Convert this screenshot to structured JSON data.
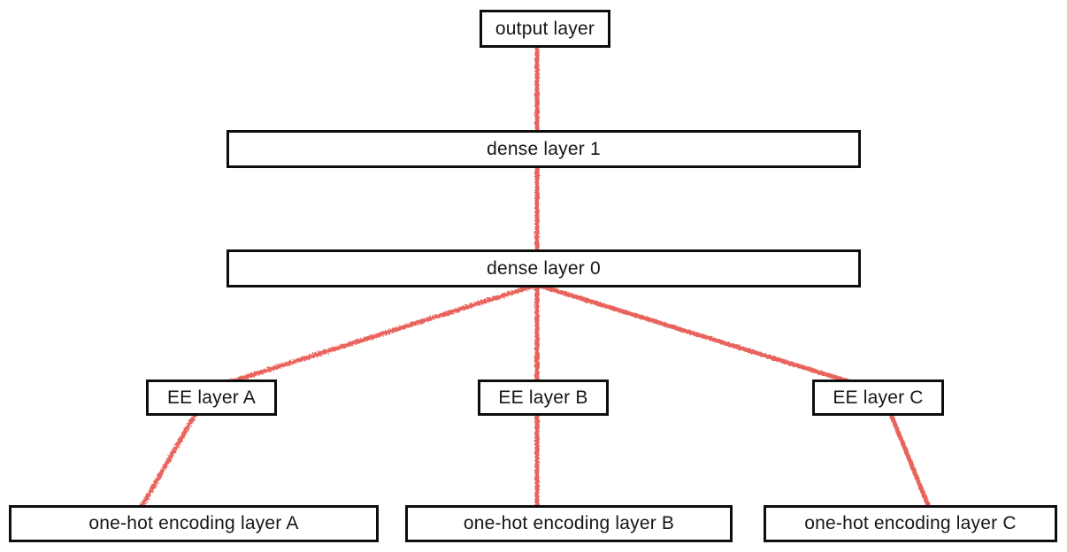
{
  "diagram": {
    "description": "feed-forward network architecture with entity-embedding layers",
    "nodes": [
      {
        "id": "output",
        "label": "output layer"
      },
      {
        "id": "dense1",
        "label": "dense layer 1"
      },
      {
        "id": "dense0",
        "label": "dense layer 0"
      },
      {
        "id": "eeA",
        "label": "EE layer A"
      },
      {
        "id": "eeB",
        "label": "EE layer B"
      },
      {
        "id": "eeC",
        "label": "EE layer C"
      },
      {
        "id": "onehotA",
        "label": "one-hot encoding layer A"
      },
      {
        "id": "onehotB",
        "label": "one-hot encoding layer B"
      },
      {
        "id": "onehotC",
        "label": "one-hot encoding layer C"
      }
    ],
    "edges": [
      {
        "from": "output layer",
        "to": "dense layer 1"
      },
      {
        "from": "dense layer 1",
        "to": "dense layer 0"
      },
      {
        "from": "dense layer 0",
        "to": "EE layer A"
      },
      {
        "from": "dense layer 0",
        "to": "EE layer B"
      },
      {
        "from": "dense layer 0",
        "to": "EE layer C"
      },
      {
        "from": "EE layer A",
        "to": "one-hot encoding layer A"
      },
      {
        "from": "EE layer B",
        "to": "one-hot encoding layer B"
      },
      {
        "from": "EE layer C",
        "to": "one-hot encoding layer C"
      }
    ],
    "colors": {
      "edge": "#e8635c",
      "box_border": "#0d0d0d",
      "box_fill": "#ffffff",
      "text": "#161616",
      "background": "#ffffff"
    }
  }
}
